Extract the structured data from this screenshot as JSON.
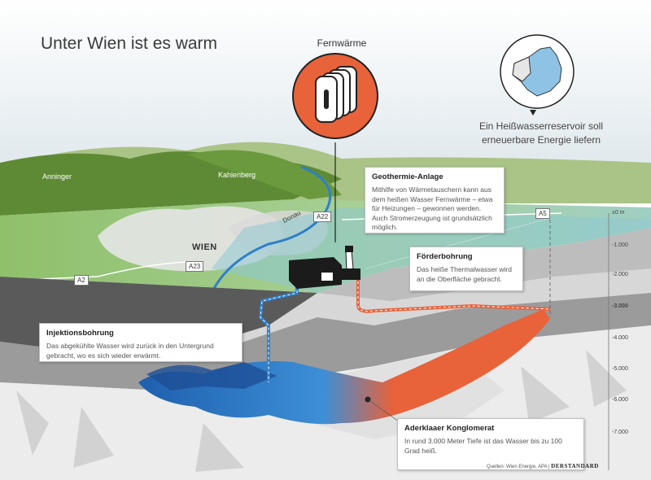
{
  "title": "Unter Wien ist es warm",
  "fernwaerme_label": "Fernwärme",
  "reservoir_note": "Ein Heißwasserreservoir soll erneuerbare Energie liefern",
  "places": {
    "anninger": "Anninger",
    "kahlenberg": "Kahlenberg",
    "wien": "WIEN",
    "donau": "Donau"
  },
  "roads": {
    "a22": "A22",
    "a23": "A23",
    "a2": "A2",
    "a5": "A5"
  },
  "callouts": {
    "geothermie": {
      "title": "Geothermie-Anlage",
      "text": "Mithilfe von Wärmetauschern kann aus dem heißen Wasser Fernwärme – etwa für Heizungen – gewonnen werden. Auch Stromerzeugung ist grundsätzlich möglich."
    },
    "foerderbohrung": {
      "title": "Förderbohrung",
      "text": "Das heiße Thermalwasser wird an die Oberfläche gebracht."
    },
    "injektionsbohrung": {
      "title": "Injektionsbohrung",
      "text": "Das abgekühlte Wasser wird zurück in den Untergrund gebracht, wo es sich wieder erwärmt."
    },
    "aderklaaer": {
      "title": "Aderklaaer Konglomerat",
      "text": "In rund 3.000 Meter Tiefe ist das Wasser bis zu 100 Grad heiß."
    }
  },
  "depth_scale": [
    "±0 m",
    "-1.000",
    "-2.000",
    "-3.000",
    "-4.000",
    "-5.000",
    "-6.000",
    "-7.000"
  ],
  "source": {
    "prefix": "Quellen: Wien Energie, APA |",
    "brand": "DERSTANDARD"
  },
  "colors": {
    "hot": "#e8623a",
    "cold": "#2f7fc8",
    "green_hills": "#5f8a35",
    "sky": "#dfe8ec"
  }
}
